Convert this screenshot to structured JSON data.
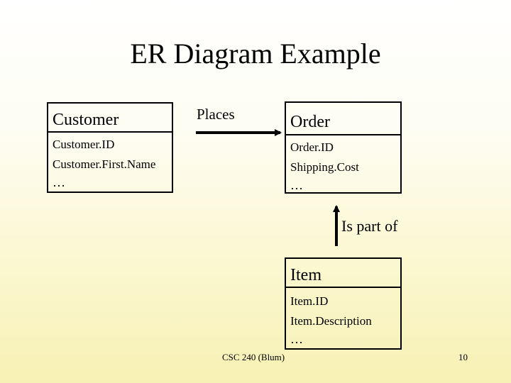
{
  "title": "ER Diagram Example",
  "entities": {
    "customer": {
      "name": "Customer",
      "attributes": [
        "Customer.ID",
        "Customer.First.Name"
      ],
      "more": "…"
    },
    "order": {
      "name": "Order",
      "attributes": [
        "Order.ID",
        "Shipping.Cost"
      ],
      "more": "…"
    },
    "item": {
      "name": "Item",
      "attributes": [
        "Item.ID",
        "Item.Description"
      ],
      "more": "…"
    }
  },
  "relationships": {
    "places": "Places",
    "is_part_of": "Is part of"
  },
  "footer": {
    "course": "CSC 240 (Blum)",
    "page_number": "10"
  }
}
